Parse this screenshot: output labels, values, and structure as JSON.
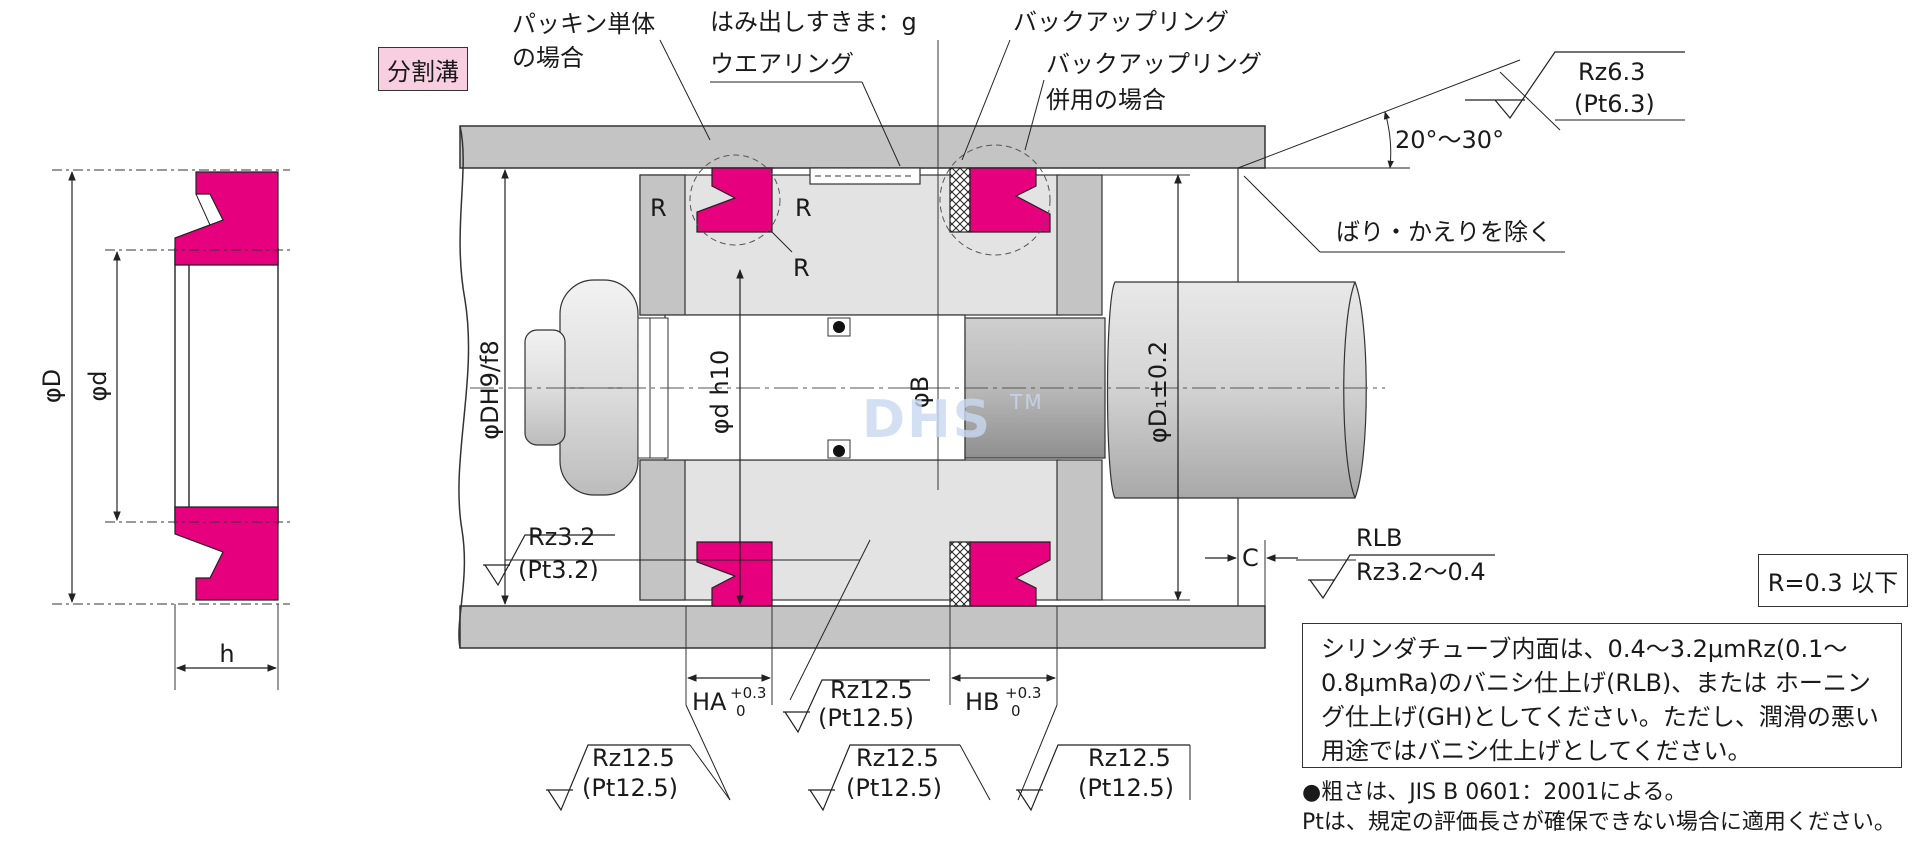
{
  "badge": "分割溝",
  "labels": {
    "packing_only_1": "パッキン単体",
    "packing_only_2": "の場合",
    "extrusion_gap": "はみ出しすきま：g",
    "wear_ring": "ウエアリング",
    "backup_ring": "バックアップリング",
    "backup_combined_1": "バックアップリング",
    "backup_combined_2": "併用の場合",
    "angle": "20°～30°",
    "deburr": "ばり・かえりを除く",
    "r": "R",
    "phi_D": "φD",
    "phi_d": "φd",
    "h": "h",
    "phi_DH9f8": "φDH9/f8",
    "phi_dh10": "φd h10",
    "phi_B": "φB",
    "phi_D1": "φD₁±0.2",
    "C": "C",
    "RLB": "RLB",
    "rz_rlb": "Rz3.2～0.4",
    "rz63": "Rz6.3",
    "pt63": "(Pt6.3)",
    "rz32": "Rz3.2",
    "pt32": "(Pt3.2)",
    "rz125": "Rz12.5",
    "pt125": "(Pt12.5)",
    "HA": "HA",
    "HB": "HB",
    "tol_plus": "+0.3",
    "tol_zero": "0"
  },
  "r_box": "R=0.3 以下",
  "note": "シリンダチューブ内面は、0.4～3.2μmRz(0.1～0.8μmRa)のバニシ仕上げ(RLB)、または ホーニング仕上げ(GH)としてください。ただし、潤滑の悪い用途ではバニシ仕上げとしてください。",
  "footer": {
    "line1": "●粗さは、JIS B 0601：2001による。",
    "line2": "Ptは、規定の評価長さが確保できない場合に適用ください。"
  },
  "watermark": "DHS",
  "watermark_tm": "TM",
  "colors": {
    "seal": "#e6007e",
    "gray_body": "#c4c4c4",
    "light_gray": "#e3e3e3",
    "rod_gray": "#d0d0d0",
    "badge_bg": "#f8cfe0"
  }
}
